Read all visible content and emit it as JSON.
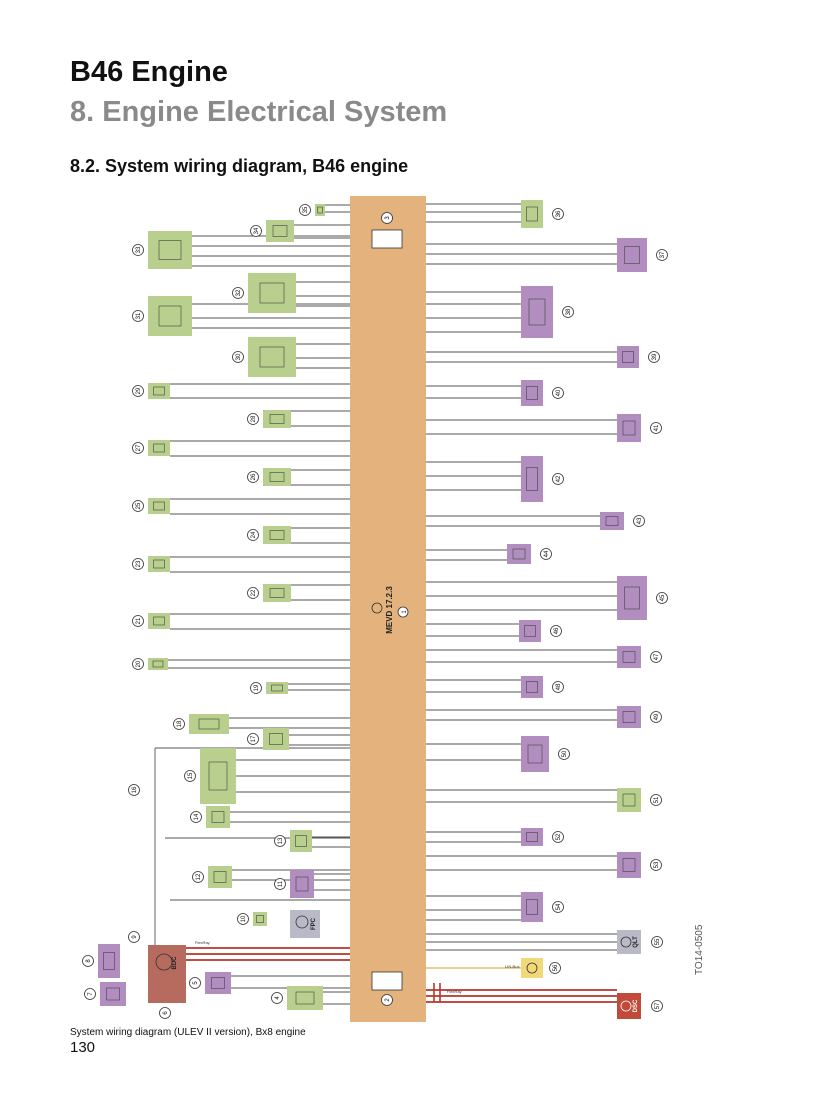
{
  "header": {
    "title": "B46 Engine",
    "chapter": "8. Engine Electrical System",
    "section": "8.2. System wiring diagram, B46 engine"
  },
  "diagram": {
    "ecu_label": "MEVD 17.2.3",
    "ecu_number": "1",
    "bdc_label": "BDC",
    "fpc_label": "FPC",
    "qlt_label": "QLT",
    "dsc_label": "DSC",
    "wire_label_flexray": "FlexRay",
    "wire_label_lin": "LIN-Bus",
    "component_colors": {
      "green": "#b9cf8d",
      "purple": "#b28ec0",
      "grey": "#b9b9c7",
      "red": "#b76a5e",
      "dsc_red": "#c24a3a",
      "yellow": "#f1d97a",
      "ecu": "#e4b27c"
    },
    "left_components": [
      "2",
      "4",
      "5",
      "6",
      "7",
      "8",
      "9",
      "10",
      "11",
      "12",
      "13",
      "14",
      "15",
      "16",
      "17",
      "18",
      "19",
      "20",
      "21",
      "22",
      "23",
      "24",
      "25",
      "26",
      "27",
      "28",
      "29",
      "30",
      "31",
      "32",
      "33",
      "34",
      "35"
    ],
    "right_components": [
      "3",
      "36",
      "37",
      "38",
      "39",
      "40",
      "41",
      "42",
      "43",
      "44",
      "45",
      "46",
      "47",
      "48",
      "49",
      "50",
      "51",
      "52",
      "53",
      "54",
      "55",
      "56",
      "57"
    ]
  },
  "footer": {
    "caption": "System wiring diagram (ULEV II version), Bx8 engine",
    "page_number": "130",
    "figure_id": "TO14-0505"
  }
}
